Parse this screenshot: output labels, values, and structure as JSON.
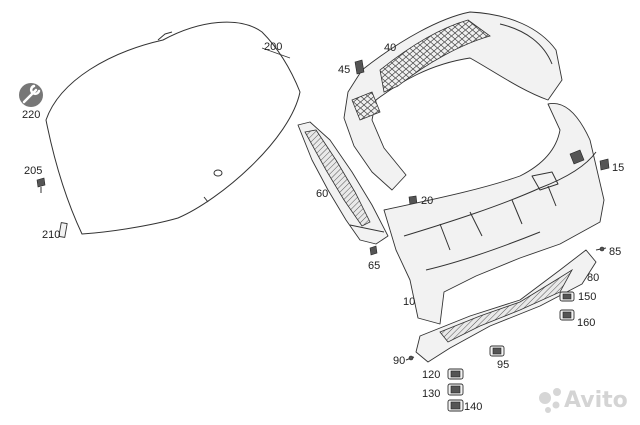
{
  "labels": {
    "p200": "200",
    "p220": "220",
    "p205": "205",
    "p210": "210",
    "p60": "60",
    "p65": "65",
    "p45": "45",
    "p40": "40",
    "p20": "20",
    "p15": "15",
    "p85": "85",
    "p80": "80",
    "p150": "150",
    "p160": "160",
    "p10": "10",
    "p90": "90",
    "p95": "95",
    "p120": "120",
    "p130": "130",
    "p140": "140"
  },
  "watermark": {
    "text": "Avito"
  },
  "icons": {
    "tool": "wrench-icon",
    "watermark": "avito-dots-logo"
  }
}
